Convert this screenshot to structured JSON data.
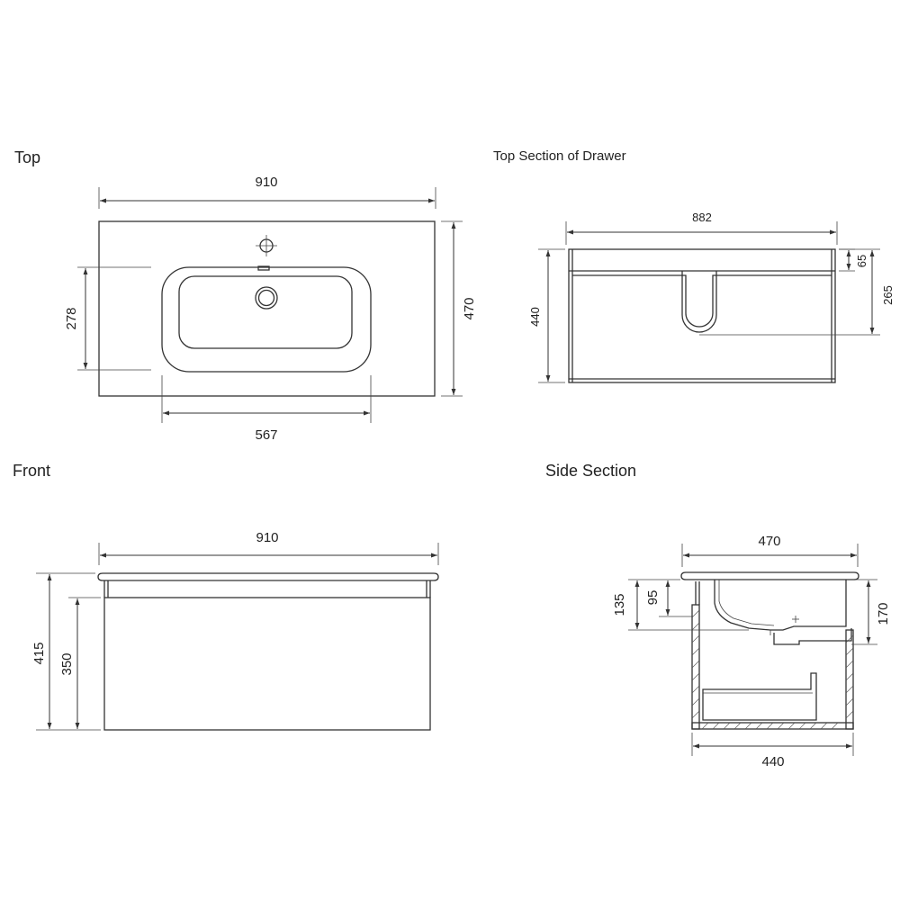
{
  "views": {
    "top": {
      "title": "Top",
      "dims": {
        "width": "910",
        "depth": "470",
        "basin_depth": "278",
        "basin_width": "567"
      }
    },
    "drawer": {
      "title": "Top Section of Drawer",
      "dims": {
        "width": "882",
        "depth": "440",
        "front": "65",
        "cutout": "265"
      }
    },
    "front": {
      "title": "Front",
      "dims": {
        "width": "910",
        "height": "415",
        "drawer_height": "350"
      }
    },
    "side": {
      "title": "Side Section",
      "dims": {
        "top_depth": "470",
        "body_depth": "440",
        "d135": "135",
        "d95": "95",
        "d170": "170"
      }
    }
  }
}
